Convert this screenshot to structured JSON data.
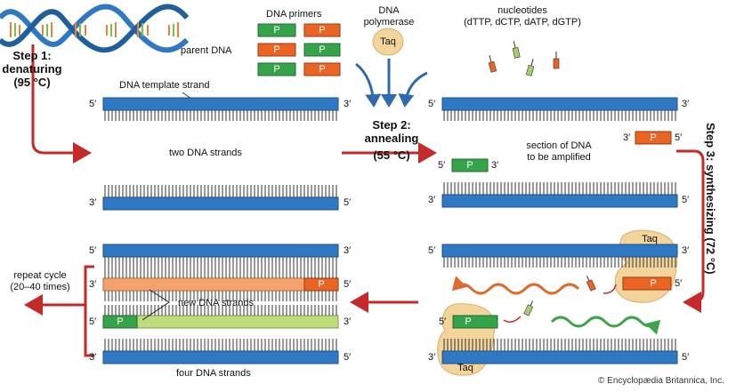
{
  "labels": {
    "parent_dna": "parent DNA",
    "step1_a": "Step 1:",
    "step1_b": "denaturing",
    "step1_temp": "(95 °C)",
    "template_strand": "DNA template strand",
    "dna_primers": "DNA primers",
    "primer_letter": "P",
    "polymerase_a": "DNA",
    "polymerase_b": "polymerase",
    "taq": "Taq",
    "nucleotides_a": "nucleotides",
    "nucleotides_b": "(dTTP, dCTP, dATP, dGTP)",
    "step2_a": "Step 2:",
    "step2_b": "annealing",
    "step2_temp": "(55 °C)",
    "two_strands": "two DNA strands",
    "section_a": "section of DNA",
    "section_b": "to be amplified",
    "step3": "Step 3: synthesizing (72 °C)",
    "repeat_a": "repeat cycle",
    "repeat_b": "(20–40 times)",
    "new_strands": "new DNA strands",
    "four_strands": "four DNA strands",
    "copyright": "© Encyclopædia Britannica, Inc.",
    "end5": "5′",
    "end3": "3′"
  },
  "colors": {
    "blue_strand": "#2f78c4",
    "orange_strand": "#f4a16e",
    "green_strand": "#bfdc7c",
    "primer_green": "#35a349",
    "primer_orange": "#ea6424",
    "taq_fill": "#f3d49a",
    "red_arrow": "#c42a2a",
    "polymerase_arrow": "#2f69ae"
  }
}
